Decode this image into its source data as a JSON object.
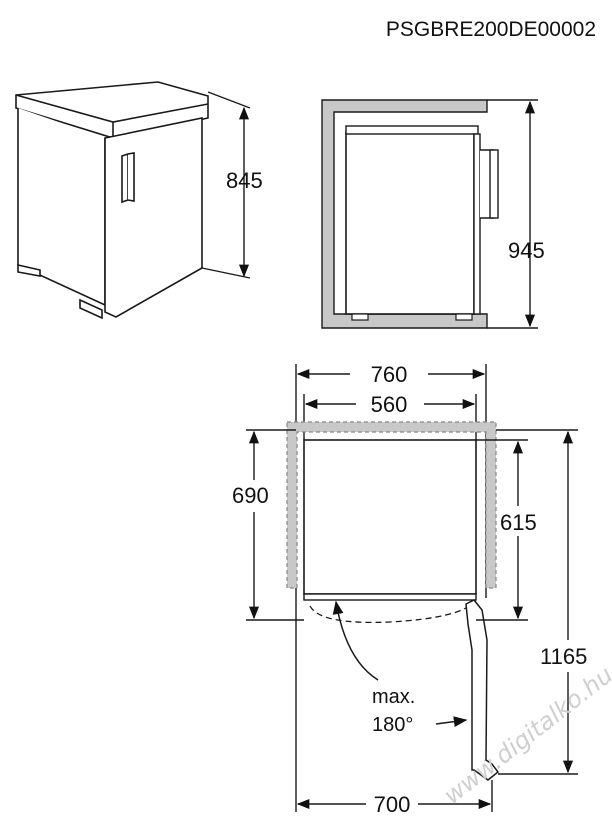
{
  "model_code": "PSGBRE200DE00002",
  "dimensions": {
    "height_unit": "845",
    "niche_height": "945",
    "clearance_width": "760",
    "unit_width": "560",
    "depth_with_gap": "690",
    "unit_depth": "615",
    "open_door_depth": "1165",
    "open_door_width": "700"
  },
  "door_note": {
    "line1": "max.",
    "line2": "180°"
  },
  "watermark": "www.digitalko.hu",
  "colors": {
    "line": "#1a1a1a",
    "niche_fill": "#c8c8c8",
    "watermark": "#cfcfcf"
  }
}
